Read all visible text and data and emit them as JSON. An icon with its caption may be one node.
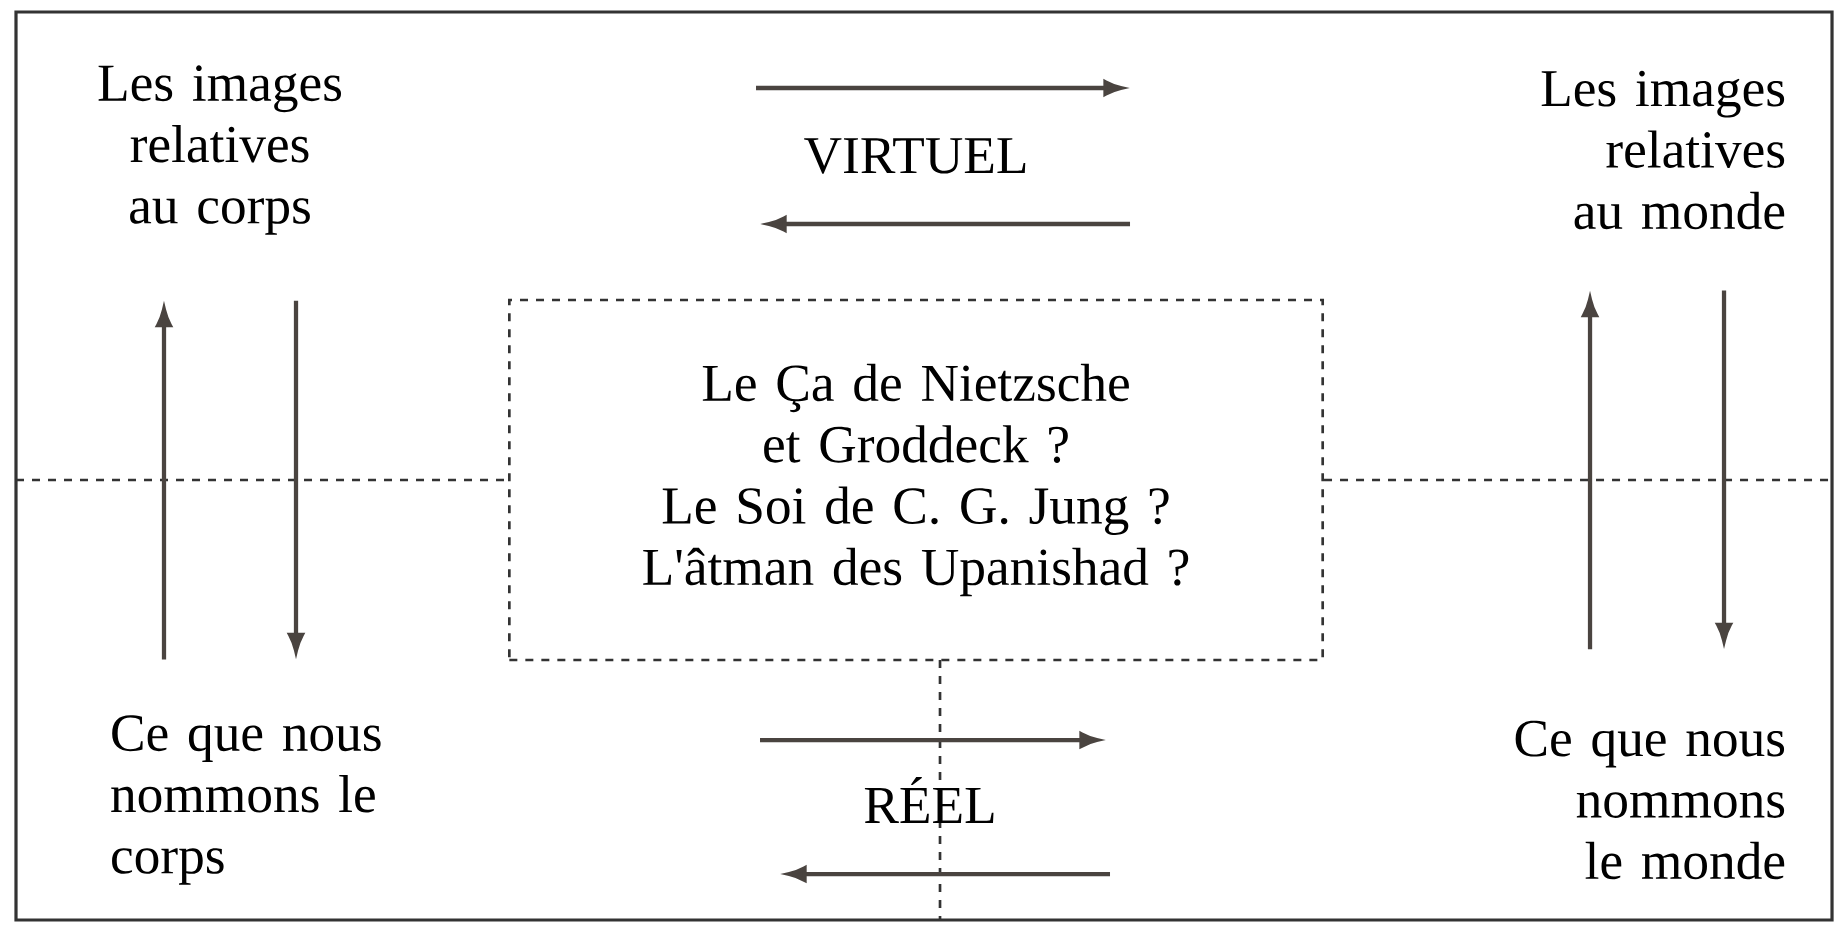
{
  "diagram": {
    "nodes": [
      {
        "text": [
          "Les images relatives au corps"
        ]
      },
      {
        "text": [
          "Les images relatives au monde"
        ]
      },
      {
        "text": [
          "Le Ça de Nietzsche et Groddeck ?",
          "Le Soi de C. G. Jung ?",
          "L'âtman des Upanishad ?"
        ]
      },
      {
        "text": [
          "Ce que nous nommons le corps"
        ]
      },
      {
        "text": [
          "Ce que nous nommons le monde"
        ]
      }
    ],
    "edges": [
      {
        "from": 3,
        "to": 0,
        "arrow": "to"
      },
      {
        "from": 0,
        "to": 3,
        "arrow": "to"
      },
      {
        "from": 4,
        "to": 1,
        "arrow": "to"
      },
      {
        "from": 1,
        "to": 4,
        "arrow": "to"
      }
    ],
    "labels": [
      "VIRTUEL",
      "RÉEL"
    ]
  }
}
